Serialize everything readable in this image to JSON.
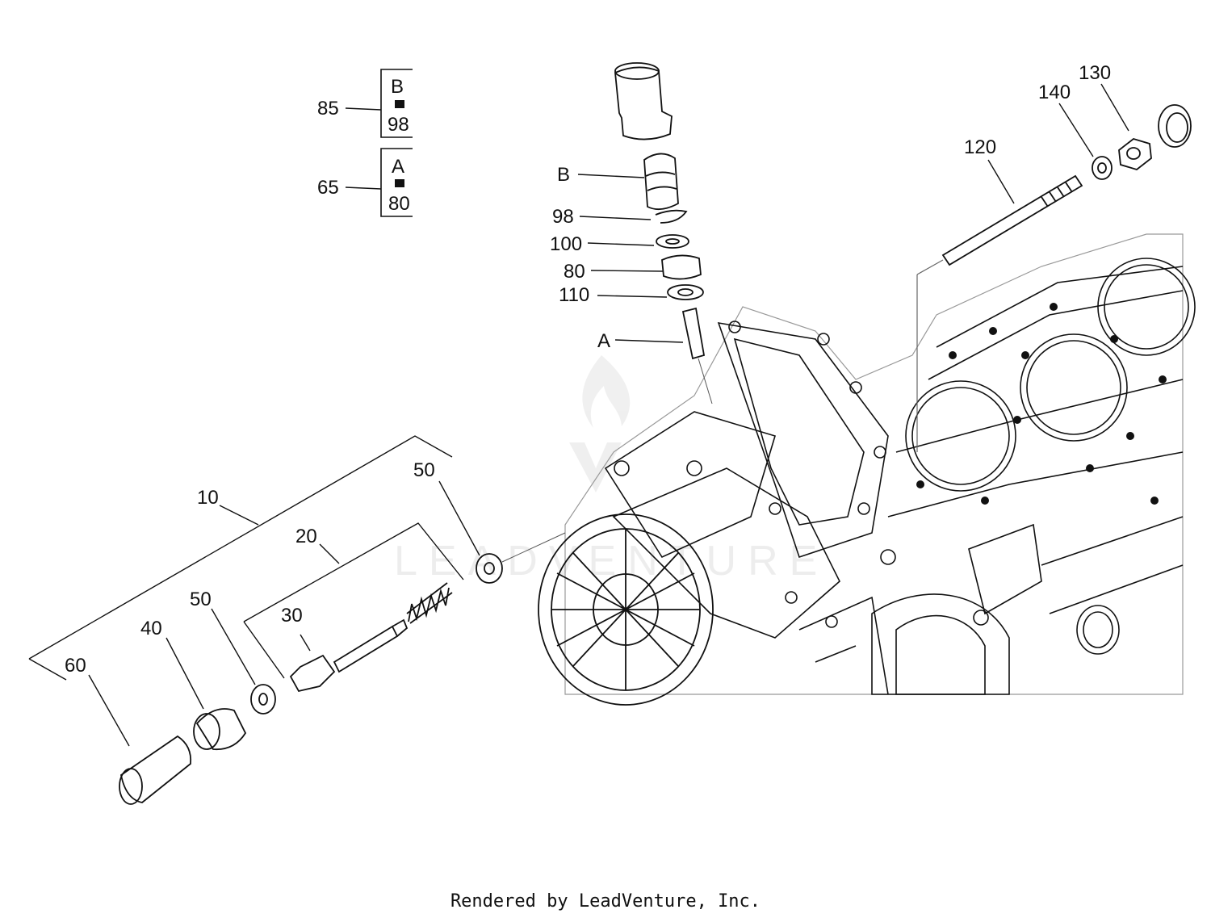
{
  "callouts": {
    "c10": "10",
    "c20": "20",
    "c30": "30",
    "c40": "40",
    "c50a": "50",
    "c50b": "50",
    "c60": "60",
    "c85": "85",
    "c65": "65",
    "cB": "B",
    "c98": "98",
    "c100": "100",
    "c80": "80",
    "c110": "110",
    "cA": "A",
    "c120": "120",
    "c130": "130",
    "c140": "140"
  },
  "kits": [
    {
      "id": "85",
      "letter": "B",
      "part": "98"
    },
    {
      "id": "65",
      "letter": "A",
      "part": "80"
    }
  ],
  "watermark": "LEADVENTURE",
  "footer": "Rendered by LeadVenture, Inc.",
  "colors": {
    "line": "#111111",
    "faint_line": "#9a9a9a",
    "watermark": "#ececec"
  }
}
